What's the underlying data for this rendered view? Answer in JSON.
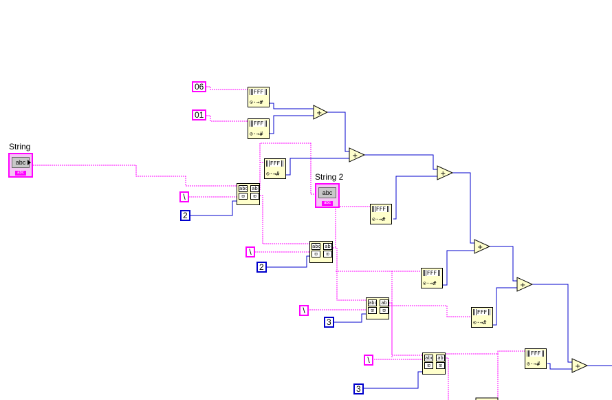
{
  "controls": [
    {
      "id": "string",
      "label": "String",
      "inner": "abc",
      "tag": "abc"
    },
    {
      "id": "string2",
      "label": "String 2",
      "inner": "abc",
      "tag": "abc"
    }
  ],
  "string_constants": [
    "06",
    "01",
    "\\",
    "\\",
    "\\",
    "\\"
  ],
  "number_constants": [
    "2",
    "2",
    "3",
    "3"
  ],
  "node_labels": {
    "format": "FFF",
    "plus": "+",
    "split_left": "abc",
    "split_right": "ab"
  },
  "colors": {
    "string_wire": "#ff00ff",
    "numeric_wire": "#0000cc",
    "node_fill": "#ffffcc"
  }
}
